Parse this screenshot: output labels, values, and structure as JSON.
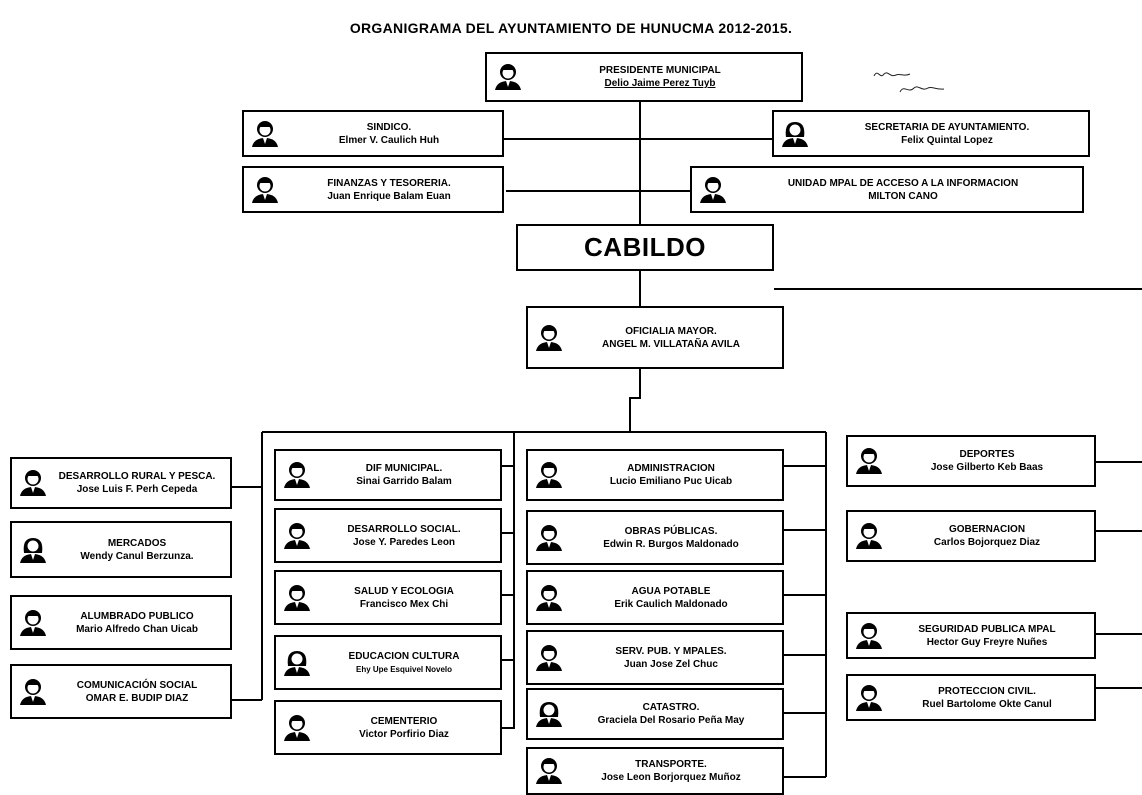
{
  "title": "ORGANIGRAMA DEL AYUNTAMIENTO DE HUNUCMA 2012-2015.",
  "cabildo": "CABILDO",
  "nodes": {
    "presidente": {
      "title": "PRESIDENTE MUNICIPAL",
      "name": "Delio Jaime Perez Tuyb",
      "avatar": "male"
    },
    "sindico": {
      "title": "SINDICO.",
      "name": "Elmer V. Caulich Huh",
      "avatar": "male"
    },
    "secretaria": {
      "title": "SECRETARIA DE AYUNTAMIENTO.",
      "name": "Felix Quintal Lopez",
      "avatar": "female"
    },
    "finanzas": {
      "title": "FINANZAS Y TESORERIA.",
      "name": "Juan Enrique Balam Euan",
      "avatar": "male"
    },
    "unidad": {
      "title": "UNIDAD MPAL DE ACCESO A LA INFORMACION",
      "name": "MILTON CANO",
      "avatar": "male"
    },
    "oficialia": {
      "title": "OFICIALIA MAYOR.",
      "name": "ANGEL M. VILLATAÑA AVILA",
      "avatar": "male"
    },
    "rural": {
      "title": "DESARROLLO RURAL Y PESCA.",
      "name": "Jose Luis F. Perh Cepeda",
      "avatar": "male"
    },
    "mercados": {
      "title": "MERCADOS",
      "name": "Wendy Canul Berzunza.",
      "avatar": "female"
    },
    "alumbrado": {
      "title": "ALUMBRADO PUBLICO",
      "name": "Mario Alfredo Chan Uicab",
      "avatar": "male"
    },
    "comunicacion": {
      "title": "COMUNICACIÓN SOCIAL",
      "name": "OMAR E. BUDIP DIAZ",
      "avatar": "male"
    },
    "dif": {
      "title": "DIF MUNICIPAL.",
      "name": "Sinai Garrido Balam",
      "avatar": "male"
    },
    "desarrollo": {
      "title": "DESARROLLO SOCIAL.",
      "name": "Jose Y. Paredes Leon",
      "avatar": "male"
    },
    "salud": {
      "title": "SALUD Y ECOLOGIA",
      "name": "Francisco Mex Chi",
      "avatar": "male"
    },
    "educacion": {
      "title": "EDUCACION CULTURA",
      "name": "Ehy Upe Esquivel Novelo",
      "avatar": "female"
    },
    "cementerio": {
      "title": "CEMENTERIO",
      "name": "Victor Porfirio Diaz",
      "avatar": "male"
    },
    "administracion": {
      "title": "ADMINISTRACION",
      "name": "Lucio Emiliano Puc Uicab",
      "avatar": "male"
    },
    "obras": {
      "title": "OBRAS PÚBLICAS.",
      "name": "Edwin R. Burgos Maldonado",
      "avatar": "male"
    },
    "agua": {
      "title": "AGUA POTABLE",
      "name": "Erik Caulich Maldonado",
      "avatar": "male"
    },
    "serv": {
      "title": "SERV. PUB. Y MPALES.",
      "name": "Juan Jose Zel Chuc",
      "avatar": "male"
    },
    "catastro": {
      "title": "CATASTRO.",
      "name": "Graciela Del Rosario Peña May",
      "avatar": "female"
    },
    "transporte": {
      "title": "TRANSPORTE.",
      "name": "Jose Leon Borjorquez Muñoz",
      "avatar": "male"
    },
    "deportes": {
      "title": "DEPORTES",
      "name": "Jose Gilberto Keb Baas",
      "avatar": "male"
    },
    "gobernacion": {
      "title": "GOBERNACION",
      "name": "Carlos Bojorquez Diaz",
      "avatar": "male"
    },
    "seguridad": {
      "title": "SEGURIDAD PUBLICA MPAL",
      "name": "Hector Guy Freyre Nuñes",
      "avatar": "male"
    },
    "proteccion": {
      "title": "PROTECCION CIVIL.",
      "name": "Ruel Bartolome Okte Canul",
      "avatar": "male"
    }
  }
}
